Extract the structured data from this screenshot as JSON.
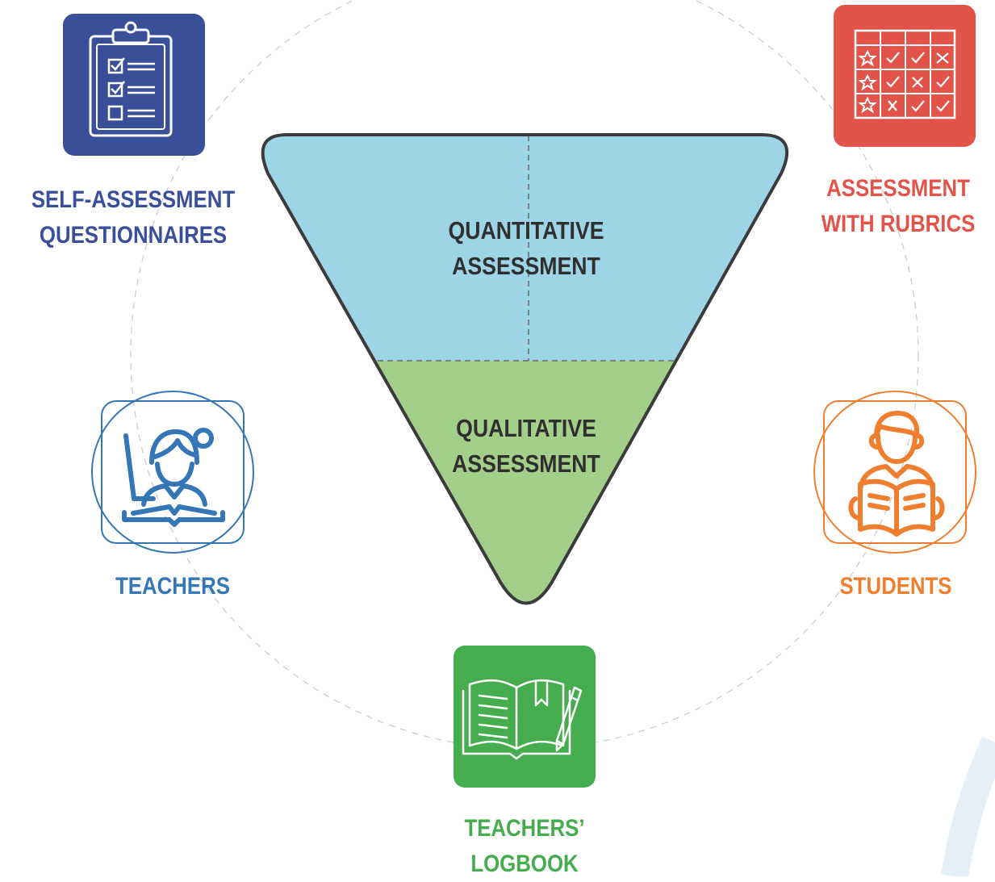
{
  "diagram": {
    "triangle": {
      "top_section": {
        "line1": "QUANTITATIVE",
        "line2": "ASSESSMENT",
        "color": "#9dd4e6"
      },
      "bottom_section": {
        "line1": "QUALITATIVE",
        "line2": "ASSESSMENT",
        "color": "#a3cf8a"
      }
    },
    "nodes": {
      "self_assessment": {
        "line1": "SELF-ASSESSMENT",
        "line2": "QUESTIONNAIRES",
        "color": "#3a4f99",
        "icon": "clipboard-checklist-icon"
      },
      "rubrics": {
        "line1": "ASSESSMENT",
        "line2": "WITH RUBRICS",
        "color": "#e25449",
        "icon": "rubric-grid-icon"
      },
      "teachers": {
        "line1": "TEACHERS",
        "color": "#3476b6",
        "icon": "teacher-icon"
      },
      "students": {
        "line1": "STUDENTS",
        "color": "#ef7f2f",
        "icon": "student-reading-icon"
      },
      "logbook": {
        "line1": "TEACHERS’",
        "line2": "LOGBOOK",
        "color": "#46ad4f",
        "icon": "open-book-pen-icon"
      }
    }
  }
}
